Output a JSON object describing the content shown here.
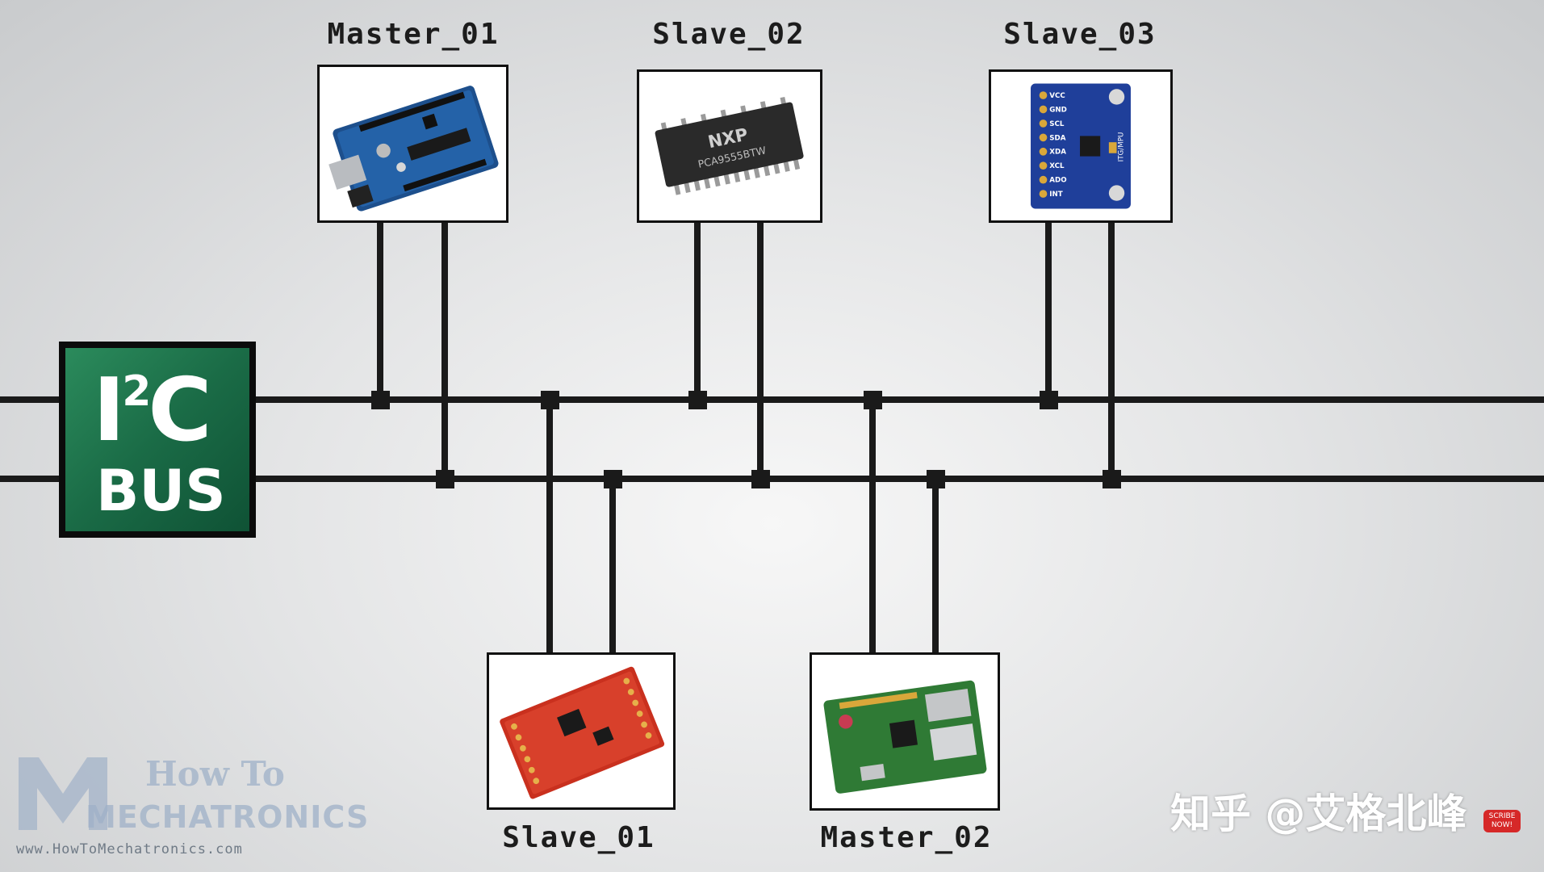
{
  "bus": {
    "line1": "I",
    "sup": "2",
    "line1b": "C",
    "line2": "BUS"
  },
  "devices": [
    {
      "id": "master01",
      "label": "Master_01"
    },
    {
      "id": "slave02",
      "label": "Slave_02"
    },
    {
      "id": "slave03",
      "label": "Slave_03"
    },
    {
      "id": "slave01",
      "label": "Slave_01"
    },
    {
      "id": "master02",
      "label": "Master_02"
    }
  ],
  "chip_text": {
    "brand": "NXP",
    "part": "PCA9555BTW"
  },
  "sensor_pins": [
    "VCC",
    "GND",
    "SCL",
    "SDA",
    "XDA",
    "XCL",
    "ADO",
    "INT"
  ],
  "sensor_text": "ITG/MPU",
  "logo": {
    "how": "How To",
    "mech": "MECHATRONICS",
    "url": "www.HowToMechatronics.com"
  },
  "watermark": "知乎 @艾格北峰",
  "badge": "SCRIBE NOW!",
  "colors": {
    "bus_green": "#1a6b46",
    "line": "#1a1a1a"
  }
}
